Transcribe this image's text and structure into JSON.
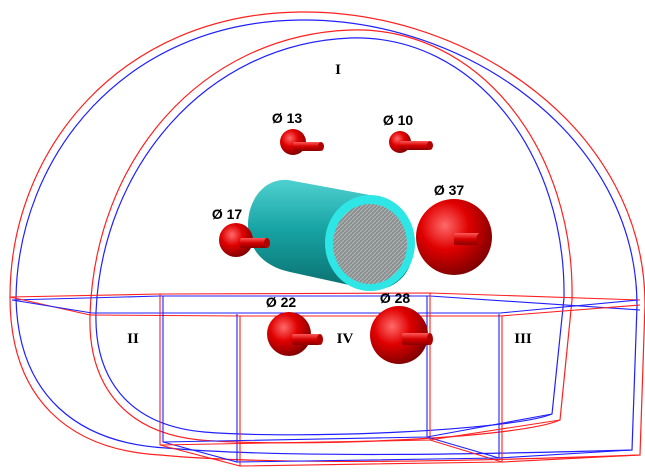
{
  "regions": {
    "top": "I",
    "left": "II",
    "right": "III",
    "center": "IV"
  },
  "inserts": [
    {
      "id": "d13",
      "label": "Ø 13",
      "color": "#e00000"
    },
    {
      "id": "d10",
      "label": "Ø 10",
      "color": "#e00000"
    },
    {
      "id": "d17",
      "label": "Ø 17",
      "color": "#e00000"
    },
    {
      "id": "d37",
      "label": "Ø 37",
      "color": "#e00000"
    },
    {
      "id": "d22",
      "label": "Ø 22",
      "color": "#e00000"
    },
    {
      "id": "d28",
      "label": "Ø 28",
      "color": "#e00000"
    }
  ],
  "colors": {
    "outline_red": "#ff2020",
    "outline_blue": "#2020ff",
    "cylinder": "#19aeae",
    "cylinder_rim": "#2ee6e6",
    "insert": "#e00000"
  }
}
